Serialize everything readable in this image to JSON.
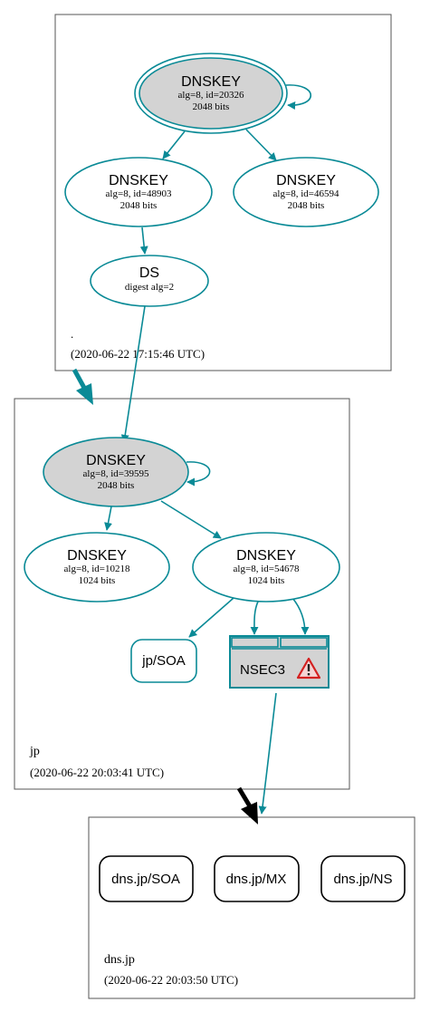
{
  "colors": {
    "edge": "#0a8a96",
    "node_stroke": "#0a8a96",
    "ksk_fill": "#d3d3d3",
    "zone_border": "#555555",
    "black": "#000000",
    "warn_red": "#d42020"
  },
  "zones": {
    "root": {
      "name": ".",
      "timestamp": "(2020-06-22 17:15:46 UTC)"
    },
    "jp": {
      "name": "jp",
      "timestamp": "(2020-06-22 20:03:41 UTC)"
    },
    "dnsjp": {
      "name": "dns.jp",
      "timestamp": "(2020-06-22 20:03:50 UTC)"
    }
  },
  "nodes": {
    "root_ksk": {
      "title": "DNSKEY",
      "line1": "alg=8, id=20326",
      "line2": "2048 bits"
    },
    "root_zsk1": {
      "title": "DNSKEY",
      "line1": "alg=8, id=48903",
      "line2": "2048 bits"
    },
    "root_zsk2": {
      "title": "DNSKEY",
      "line1": "alg=8, id=46594",
      "line2": "2048 bits"
    },
    "root_ds": {
      "title": "DS",
      "line1": "digest alg=2"
    },
    "jp_ksk": {
      "title": "DNSKEY",
      "line1": "alg=8, id=39595",
      "line2": "2048 bits"
    },
    "jp_zsk1": {
      "title": "DNSKEY",
      "line1": "alg=8, id=10218",
      "line2": "1024 bits"
    },
    "jp_zsk2": {
      "title": "DNSKEY",
      "line1": "alg=8, id=54678",
      "line2": "1024 bits"
    },
    "jp_soa": {
      "label": "jp/SOA"
    },
    "jp_nsec3": {
      "label": "NSEC3",
      "icon": "warning-icon"
    },
    "dnsjp_soa": {
      "label": "dns.jp/SOA"
    },
    "dnsjp_mx": {
      "label": "dns.jp/MX"
    },
    "dnsjp_ns": {
      "label": "dns.jp/NS"
    }
  }
}
